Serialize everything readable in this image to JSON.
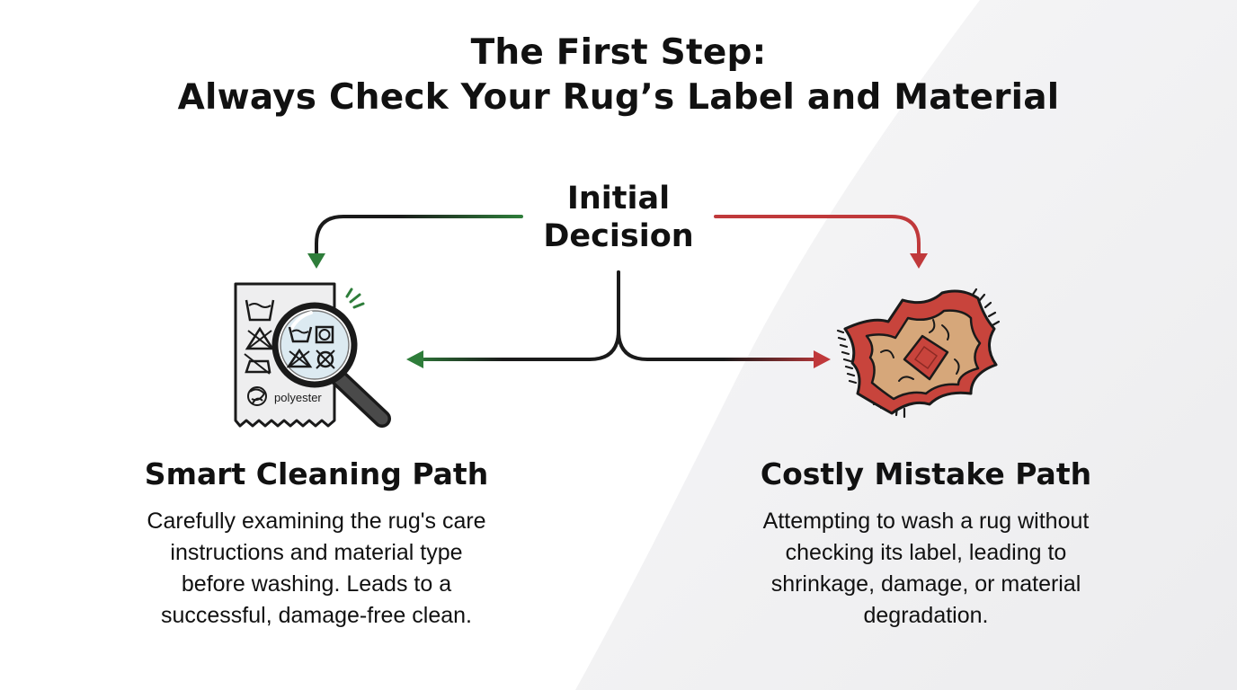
{
  "title": {
    "line1": "The First Step:",
    "line2": "Always Check Your Rug’s Label and Material"
  },
  "hub": {
    "line1": "Initial",
    "line2": "Decision"
  },
  "smart_path": {
    "title": "Smart Cleaning Path",
    "description": [
      "Carefully examining the rug's care",
      "instructions and material type",
      "before washing. Leads to a",
      "successful, damage-free clean."
    ],
    "icon": "care-label-magnifier-icon",
    "label_text": "polyester",
    "arrow_color": "#2e7d3a"
  },
  "mistake_path": {
    "title": "Costly Mistake Path",
    "description": [
      "Attempting to wash a rug without",
      "checking its label, leading to",
      "shrinkage, damage, or material",
      "degradation."
    ],
    "icon": "damaged-rug-icon",
    "arrow_color": "#c0393b"
  },
  "colors": {
    "text": "#111111",
    "green": "#2e7d3a",
    "red": "#c0393b",
    "rug_border": "#c8443c",
    "rug_field": "#d6a77a"
  }
}
